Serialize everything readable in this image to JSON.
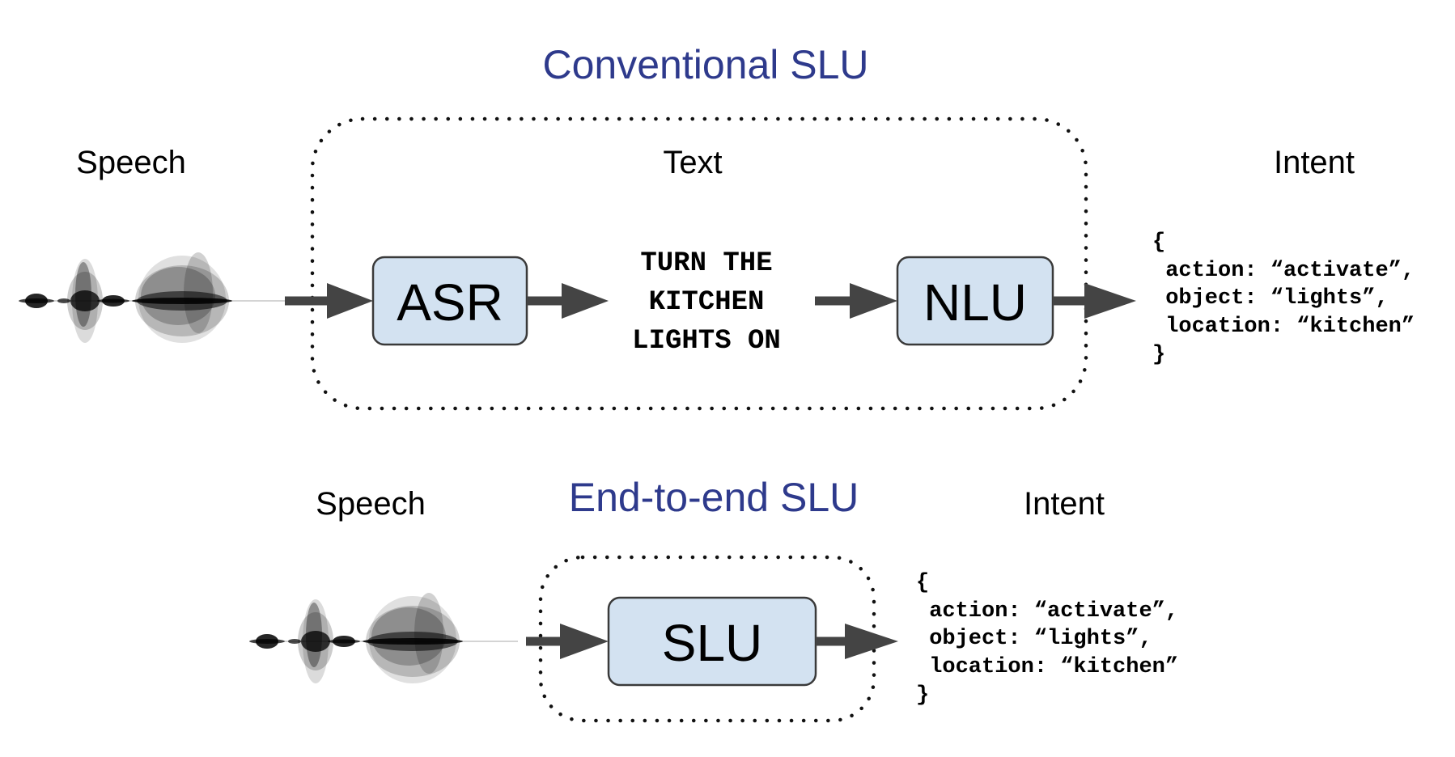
{
  "colors": {
    "heading": "#2E3A8C",
    "box_fill": "#D3E2F1",
    "arrow": "#444444",
    "waveform": "#000000"
  },
  "conventional": {
    "title": "Conventional SLU",
    "speech_label": "Speech",
    "text_label": "Text",
    "intent_label": "Intent",
    "asr_label": "ASR",
    "nlu_label": "NLU",
    "transcript_lines": [
      "TURN THE",
      "KITCHEN",
      "LIGHTS ON"
    ],
    "intent_lines": [
      "{",
      " action: “activate”,",
      " object: “lights”,",
      " location: “kitchen”",
      "}"
    ]
  },
  "end_to_end": {
    "title": "End-to-end SLU",
    "speech_label": "Speech",
    "intent_label": "Intent",
    "slu_label": "SLU",
    "intent_lines": [
      "{",
      " action: “activate”,",
      " object: “lights”,",
      " location: “kitchen”",
      "}"
    ]
  }
}
